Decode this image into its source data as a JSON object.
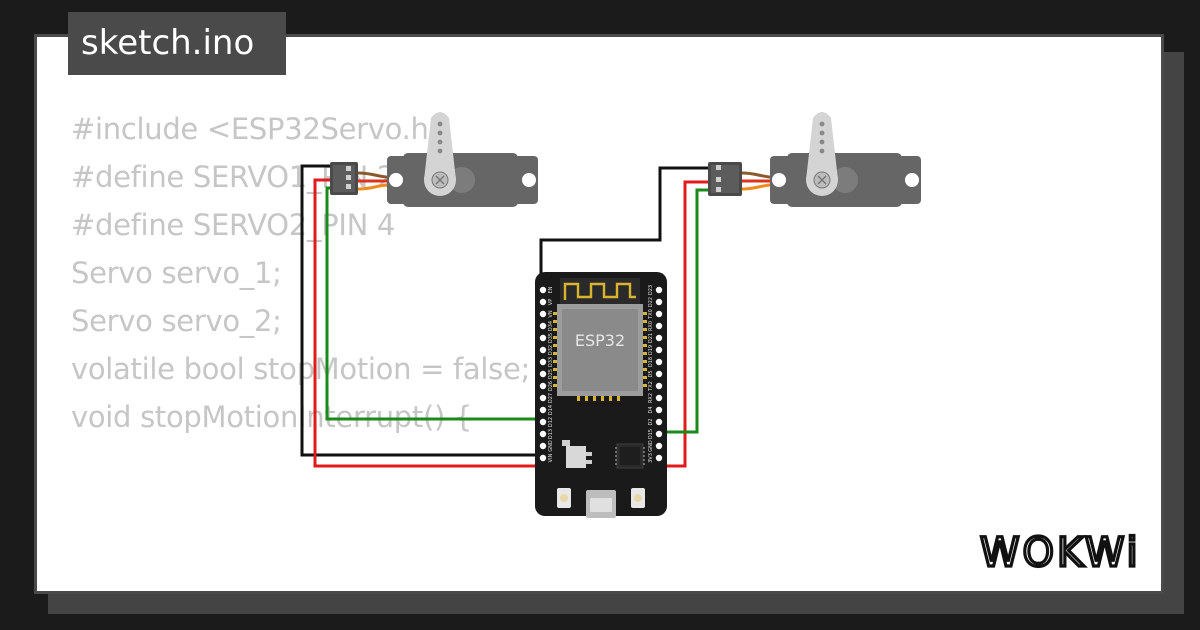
{
  "file_tab": {
    "label": "sketch.ino"
  },
  "code": {
    "lines": [
      "#include <ESP32Servo.h>",
      "",
      "#define SERVO1_PIN 2",
      "#define SERVO2_PIN 4",
      "",
      "Servo servo_1;",
      "Servo servo_2;",
      "",
      "volatile bool stopMotion = false;",
      "",
      "void stopMotionInterrupt() {"
    ]
  },
  "board": {
    "chip_label": "ESP32",
    "left_pins": [
      "EN",
      "VP",
      "VN",
      "D34",
      "D35",
      "D32",
      "D33",
      "D25",
      "D26",
      "D27",
      "D14",
      "D12",
      "D13",
      "GND",
      "VIN"
    ],
    "right_pins": [
      "D23",
      "D22",
      "TX0",
      "RX0",
      "D21",
      "D19",
      "D18",
      "D5",
      "TX2",
      "RX2",
      "D4",
      "D2",
      "D15",
      "GND",
      "3V3"
    ]
  },
  "brand": {
    "name": "WOKWi"
  },
  "colors": {
    "background": "#1b1b1b",
    "card": "#ffffff",
    "tab": "#4a4a4a",
    "code_text": "#c6c6c6",
    "wire_black": "#111111",
    "wire_red": "#e01b1b",
    "wire_green": "#1a8a1a",
    "servo_body": "#666666",
    "board": "#1a1a1a"
  }
}
